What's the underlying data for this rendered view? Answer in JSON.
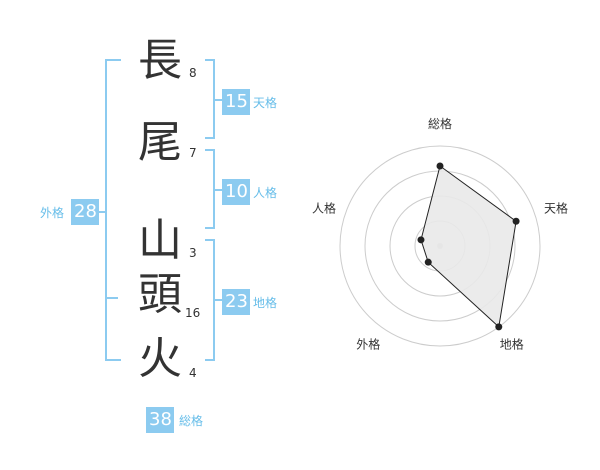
{
  "name": {
    "characters": [
      {
        "char": "長",
        "strokes": "8"
      },
      {
        "char": "尾",
        "strokes": "7"
      },
      {
        "char": "山",
        "strokes": "3"
      },
      {
        "char": "頭",
        "strokes": "16"
      },
      {
        "char": "火",
        "strokes": "4"
      }
    ]
  },
  "fortune": {
    "tenkaku": {
      "value": "15",
      "label": "天格"
    },
    "jinkaku": {
      "value": "10",
      "label": "人格"
    },
    "chikaku": {
      "value": "23",
      "label": "地格"
    },
    "gaikaku": {
      "value": "28",
      "label": "外格"
    },
    "soukaku": {
      "value": "38",
      "label": "総格"
    }
  },
  "colors": {
    "bracket": "#8ccbf0",
    "badge": "#8ccbf0",
    "label": "#66bde9",
    "radar_fill": "#e9e9e9",
    "radar_line": "#222222",
    "grid": "#cccccc"
  },
  "chart_data": {
    "type": "radar",
    "axes": [
      "総格",
      "天格",
      "地格",
      "外格",
      "人格"
    ],
    "values": [
      4,
      4,
      5,
      1,
      1
    ],
    "max": 5,
    "rings": 4
  }
}
